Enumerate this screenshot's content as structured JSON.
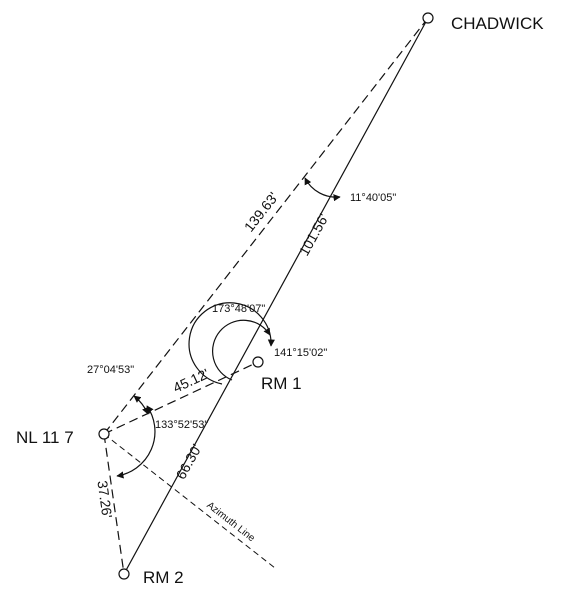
{
  "points": {
    "chadwick": "CHADWICK",
    "rm1": "RM 1",
    "nl117": "NL 11 7",
    "rm2": "RM 2"
  },
  "distances": {
    "nl_to_chadwick": "139.63'",
    "rm1_to_chadwick": "101.56'",
    "nl_to_rm1": "45.12'",
    "rm1_to_rm2": "66.30'",
    "nl_to_rm2": "37.26'"
  },
  "angles": {
    "at_chadwick": "11°40'05\"",
    "rm1_outer": "173°48'07\"",
    "rm1_inner": "141°15'02\"",
    "nl_upper": "27°04'53\"",
    "nl_lower": "133°52'53\""
  },
  "azimuth_label": "Azimuth Line"
}
